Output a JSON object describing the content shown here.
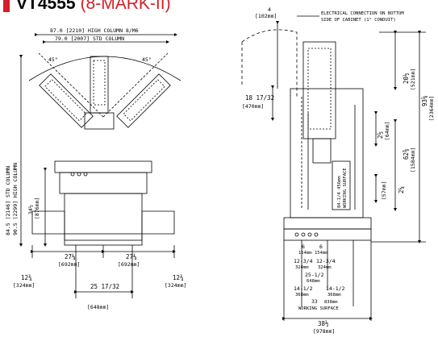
{
  "header": {
    "model": "VT4555",
    "variant": "(8-MARK-II)"
  },
  "front_view": {
    "width_high": "87.0 [2210] HIGH COLUMN 8/M6",
    "width_std": "79.0 [2007] STD COLUMN",
    "angle_left": "45°",
    "angle_right": "45°",
    "height_std": "84.5 [2146] STD COLUMN",
    "height_high": "90.5 [2299] HIGH COLUMN",
    "table_h": "34½",
    "table_h_mm": "[876mm]",
    "foot_left": "12¾",
    "foot_left_mm": "[324mm]",
    "foot_right": "12¾",
    "foot_right_mm": "[324mm]",
    "inner_left": "27¼",
    "inner_left_mm": "[692mm]",
    "inner_right": "27¼",
    "inner_right_mm": "[692mm]",
    "base_w": "25 17/32",
    "base_w_mm": "[648mm]"
  },
  "side_view": {
    "top_offset": "4",
    "top_offset_mm": "[102mm]",
    "electrical_note_1": "ELECTRICAL CONNECTION ON BOTTOM",
    "electrical_note_2": "SIDE OF CABINET (1\" CONDUIT)",
    "left_dim": "18 17/32",
    "left_dim_mm": "[470mm]",
    "d_top": "20½",
    "d_top_mm": "[521mm]",
    "d_overall": "93⅛",
    "d_overall_mm": "[2364mm]",
    "d_mid": "2½",
    "d_mid_mm": "[64mm]",
    "d_lower": "62⅜",
    "d_lower_mm": "[1584mm]",
    "d_small": "2¼",
    "d_small_mm": "[57mm]",
    "col_a": "84-1/4 456mm",
    "col_b": "WORKING SURFACE",
    "dims_bottom": [
      {
        "top": "6",
        "bot": "154mm"
      },
      {
        "top": "6",
        "bot": "154mm"
      },
      {
        "top": "12-3/4",
        "bot": "324mm"
      },
      {
        "top": "12-3/4",
        "bot": "324mm"
      },
      {
        "top": "25-1/2",
        "bot": "648mm"
      },
      {
        "top": "14-1/2",
        "bot": "368mm"
      },
      {
        "top": "14-1/2",
        "bot": "368mm"
      },
      {
        "top": "33",
        "bot": "838mm"
      }
    ],
    "working_surface": "WORKING SURFACE",
    "base_depth": "38½",
    "base_depth_mm": "[978mm]"
  }
}
